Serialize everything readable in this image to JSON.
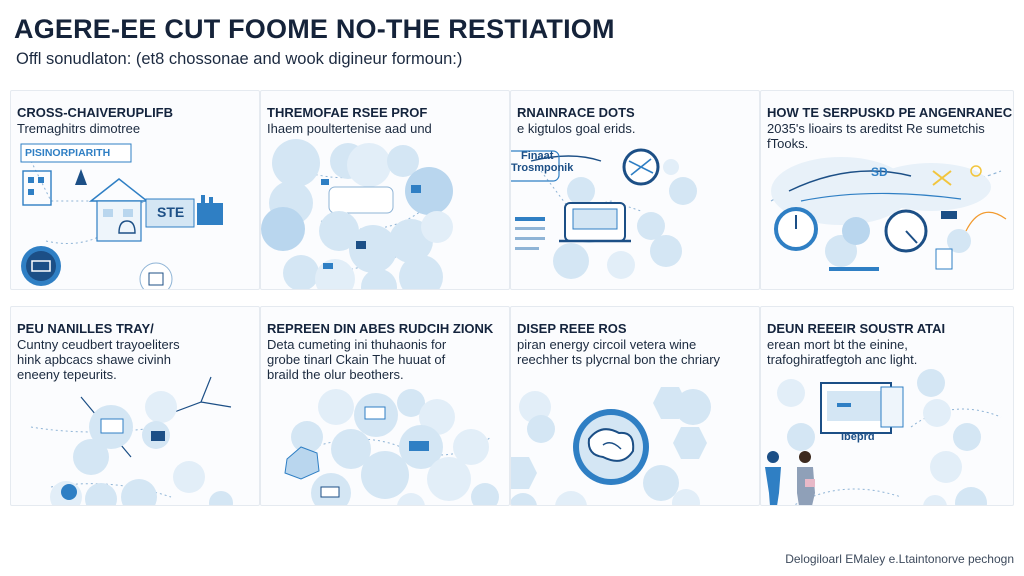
{
  "header": {
    "title": "AGERE-EE CUT FOOME NO-THE RESTIATIOM",
    "subtitle": "Offl sonudlaton: (et8 chossonae and wook digineur formoun:)"
  },
  "panels": [
    {
      "title": "CROSS-CHAIVERUPLIFB",
      "text": "Tremaghitrs dimotree",
      "sign": "PISINORPIARITH",
      "bar_label": "STE"
    },
    {
      "title": "THREMOFAE RSEE PROF",
      "text": "Ihaem poultertenise aad und"
    },
    {
      "title": "RNAINRACE DOTS",
      "text": "e kigtulos goal erids.",
      "sign_line1": "Finaat",
      "sign_line2": "Trosmponik"
    },
    {
      "title": "HOW TE SERPUSKD PE ANGENRANECE:",
      "text": "2035's lioairs ts areditst Re sumetchis fTooks.",
      "map_label": "SD"
    },
    {
      "title": "PEU NANILLES TRAY/",
      "text": "Cuntny ceudbert trayoeliters\nhink apbcacs shawe civinh\neneeny tepeurits."
    },
    {
      "title": "REPREEN DIN ABES RUDCIH ZIONK",
      "text": "Deta cumeting ini thuhaonis for\ngrobe tinarl Ckain The huuat of\nbraild the olur beothers."
    },
    {
      "title": "DISEP REEE ROS",
      "text": "piran energy circoil vetera wine\nreechher ts plycrnal bon the chriary"
    },
    {
      "title": "DEUN REEEIR SOUSTR ATAI",
      "text": "erean mort bt the einine,\ntrafoghiratfegtoh anc light.",
      "screen_label": "Ibeprd"
    }
  ],
  "footer": {
    "caption": "Delogiloarl EMaley e.Ltaintonorve pechogn"
  },
  "colors": {
    "bubble": "#d4e6f4",
    "bubble_strong": "#b9d6ee",
    "accent": "#2f7fc4",
    "dark_blue": "#1c4f86",
    "stroke": "#8fb4d6",
    "yellow": "#f2c53d",
    "orange": "#f29a2e"
  }
}
